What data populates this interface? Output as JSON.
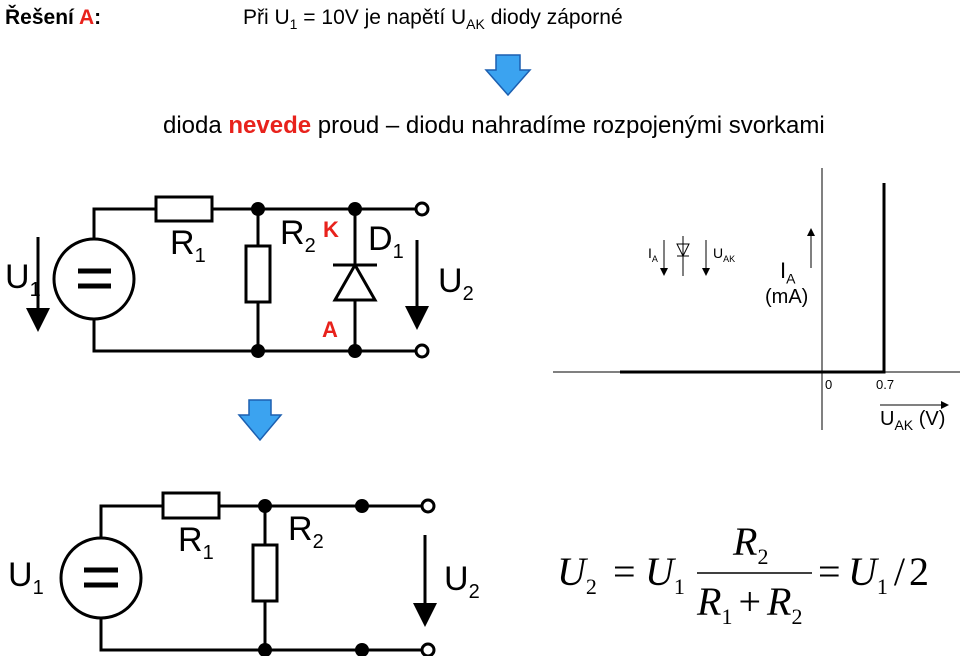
{
  "header": {
    "title_prefix": "Řešení",
    "title_highlight": "A",
    "title_suffix": ":",
    "condition_text": "Při U",
    "condition_sub": "1",
    "condition_mid": " = 10V  je napětí U",
    "condition_sub2": "AK",
    "condition_end": " diody záporné"
  },
  "conclusion": {
    "part1": "dioda ",
    "highlight": "nevede",
    "part2": " proud – diodu nahradíme rozpojenými svorkami"
  },
  "circuit1": {
    "u1": "U",
    "u1_sub": "1",
    "r1": "R",
    "r1_sub": "1",
    "r2": "R",
    "r2_sub": "2",
    "k": "K",
    "d1": "D",
    "d1_sub": "1",
    "a": "A",
    "u2": "U",
    "u2_sub": "2"
  },
  "graph": {
    "ia_small": "I",
    "ia_small_sub": "A",
    "uak_small": "U",
    "uak_small_sub": "AK",
    "ia": "I",
    "ia_sub": "A",
    "ia_unit": "(mA)",
    "tick0": "0",
    "tick07": "0.7",
    "uak": "U",
    "uak_sub": "AK",
    "uak_unit": " (V)",
    "colors": {
      "arrow_fill": "#3ba3f0",
      "arrow_stroke": "#1c5fb0",
      "highlight": "#e8221c"
    }
  },
  "circuit2": {
    "u1": "U",
    "u1_sub": "1",
    "r1": "R",
    "r1_sub": "1",
    "r2": "R",
    "r2_sub": "2",
    "u2": "U",
    "u2_sub": "2"
  },
  "equation": {
    "lhs": "U",
    "lhs_sub": "2",
    "eq1": "=",
    "u1": "U",
    "u1_sub": "1",
    "num": "R",
    "num_sub": "2",
    "den1": "R",
    "den1_sub": "1",
    "plus": "+",
    "den2": "R",
    "den2_sub": "2",
    "eq2": "=",
    "rhs": "U",
    "rhs_sub": "1",
    "slash": "/",
    "two": "2"
  }
}
